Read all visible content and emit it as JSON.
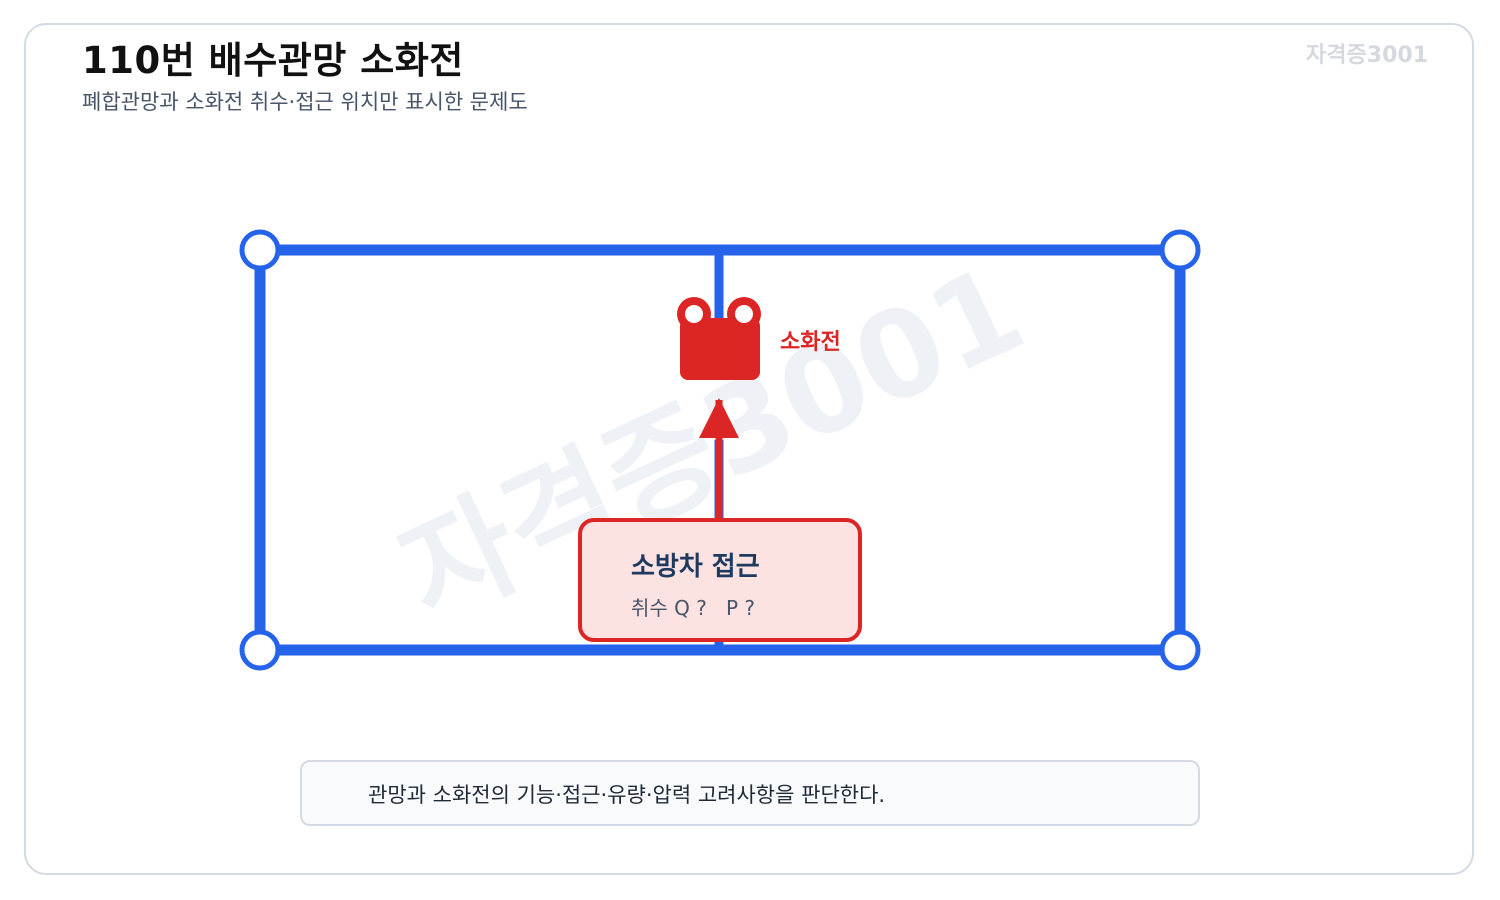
{
  "header": {
    "title": "110번 배수관망 소화전",
    "subtitle": "폐합관망과 소화전 취수·접근 위치만 표시한 문제도",
    "brand": "자격증3001"
  },
  "diagram": {
    "watermark": "자격증3001",
    "hydrant_label": "소화전",
    "access_box": {
      "title": "소방차 접근",
      "detail": "취수 Q ?   P ?"
    },
    "colors": {
      "pipe": "#2563eb",
      "hydrant": "#dc2626",
      "access_fill": "#fde2e2",
      "access_border": "#dc2626",
      "access_title": "#1e3a5f"
    }
  },
  "footer": {
    "note": "관망과 소화전의 기능·접근·유량·압력 고려사항을 판단한다."
  }
}
